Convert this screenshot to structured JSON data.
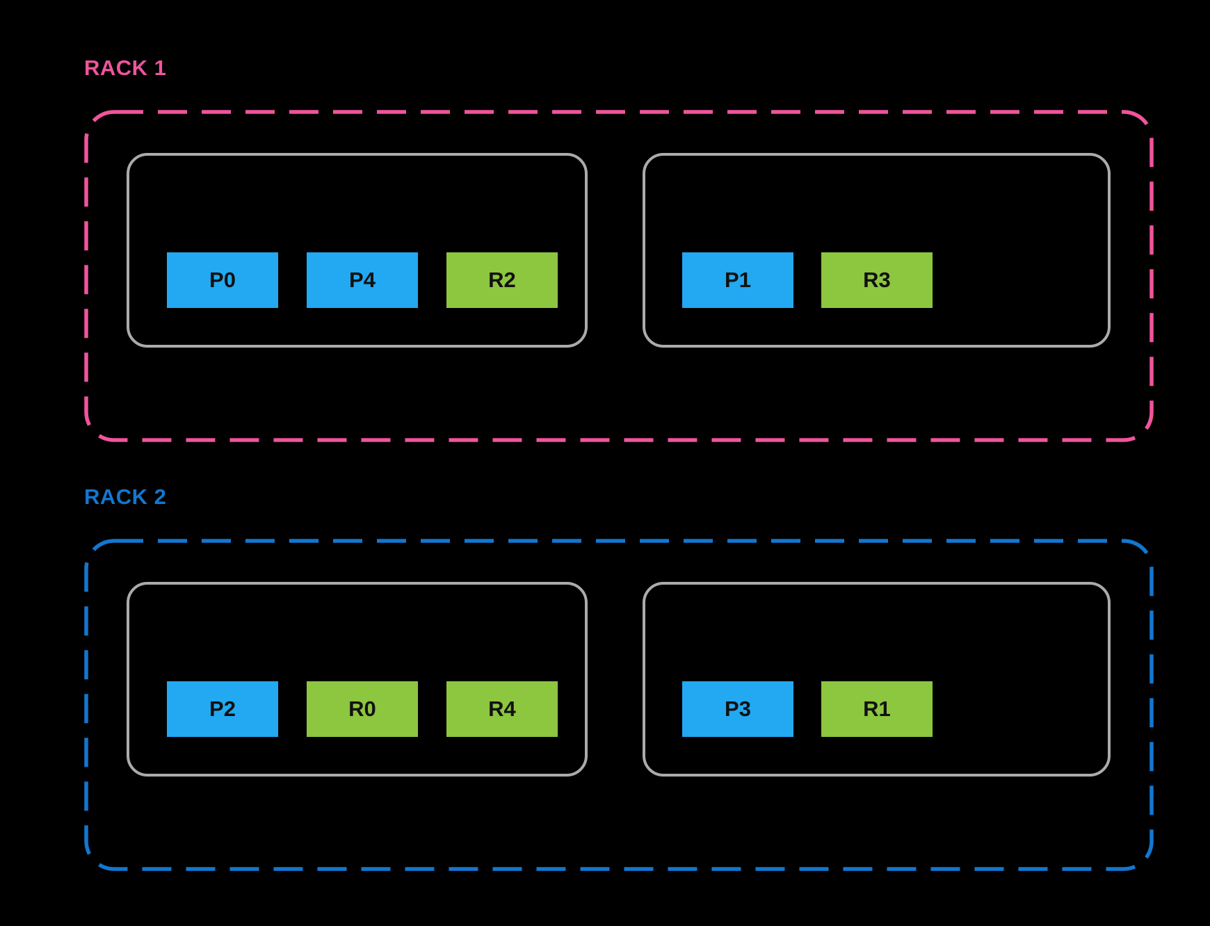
{
  "colors": {
    "background": "#000000",
    "node_border": "#ABABAB",
    "slot_text": "#111111",
    "prefill_slot": "#22A9F1",
    "replica_slot": "#8DC63F",
    "rack1_accent": "#F0549C",
    "rack2_accent": "#1277D0"
  },
  "racks": [
    {
      "label": "RACK 1",
      "color": "#F0549C",
      "nodes": [
        {
          "slots": [
            {
              "label": "P0",
              "color": "#22A9F1"
            },
            {
              "label": "P4",
              "color": "#22A9F1"
            },
            {
              "label": "R2",
              "color": "#8DC63F"
            }
          ]
        },
        {
          "slots": [
            {
              "label": "P1",
              "color": "#22A9F1"
            },
            {
              "label": "R3",
              "color": "#8DC63F"
            }
          ]
        }
      ]
    },
    {
      "label": "RACK 2",
      "color": "#1277D0",
      "nodes": [
        {
          "slots": [
            {
              "label": "P2",
              "color": "#22A9F1"
            },
            {
              "label": "R0",
              "color": "#8DC63F"
            },
            {
              "label": "R4",
              "color": "#8DC63F"
            }
          ]
        },
        {
          "slots": [
            {
              "label": "P3",
              "color": "#22A9F1"
            },
            {
              "label": "R1",
              "color": "#8DC63F"
            }
          ]
        }
      ]
    }
  ]
}
